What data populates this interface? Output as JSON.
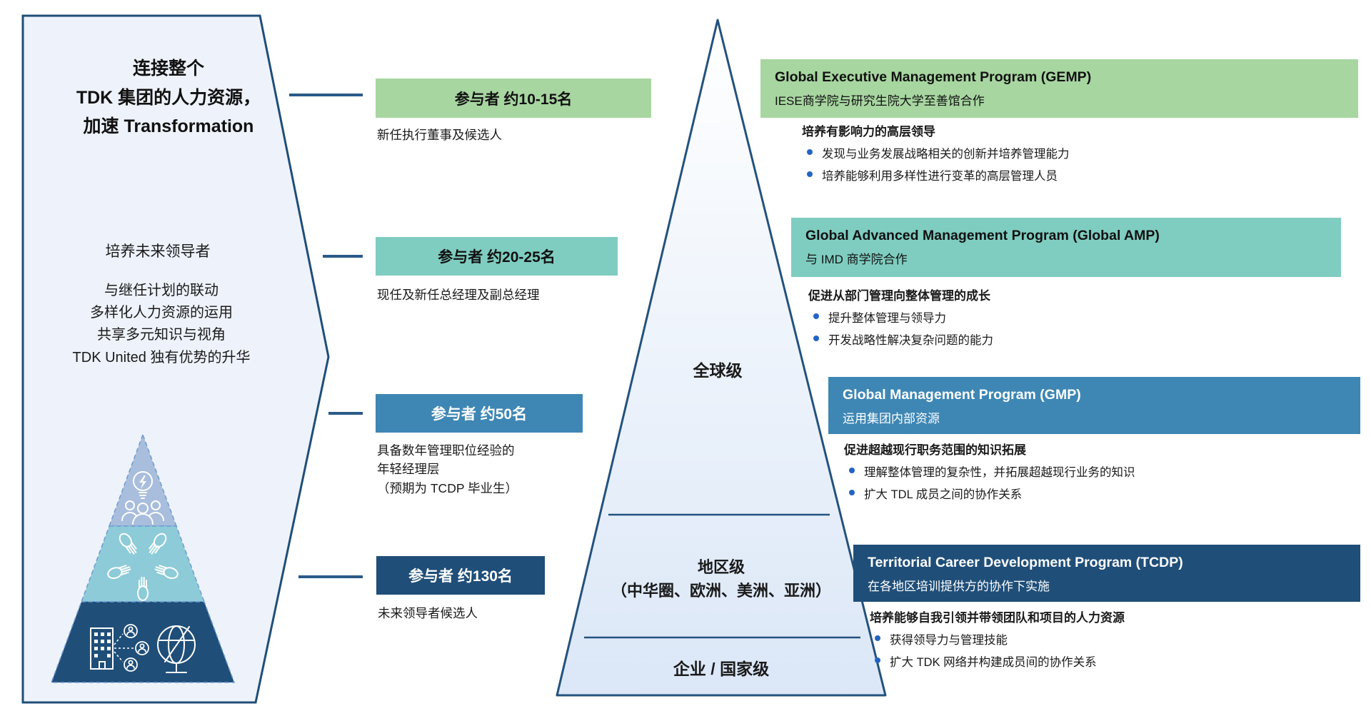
{
  "left_panel": {
    "title": "连接整个\nTDK 集团的人力资源，\n加速 Transformation",
    "subtitle": "培养未来领导者",
    "points": "与继任计划的联动\n多样化人力资源的运用\n共享多元知识与视角\nTDK United 独有优势的升华",
    "mini_pyramid_icons": [
      "lightbulb-people-icon",
      "hands-together-icon",
      "building-network-globe-icon"
    ]
  },
  "participant_boxes": [
    {
      "label": "参与者 约10-15名",
      "caption": "新任执行董事及候选人",
      "color": "#a8d6a1"
    },
    {
      "label": "参与者 约20-25名",
      "caption": "现任及新任总经理及副总经理",
      "color": "#7fcdc0"
    },
    {
      "label": "参与者 约50名",
      "caption": "具备数年管理职位经验的\n年轻经理层\n（预期为 TCDP 毕业生）",
      "color": "#3e87b5"
    },
    {
      "label": "参与者 约130名",
      "caption": "未来领导者候选人",
      "color": "#1f4e79"
    }
  ],
  "pyramid_levels": [
    {
      "label": "全球级"
    },
    {
      "label": "地区级\n（中华圈、欧洲、美洲、亚洲）"
    },
    {
      "label": "企业 / 国家级"
    }
  ],
  "programs": [
    {
      "title": "Global Executive Management Program (GEMP)",
      "subtitle": "IESE商学院与研究生院大学至善馆合作",
      "lead": "培养有影响力的高层领导",
      "bullets": [
        "发现与业务发展战略相关的创新并培养管理能力",
        "培养能够利用多样性进行变革的高层管理人员"
      ],
      "header_color": "#a8d6a1"
    },
    {
      "title": "Global Advanced Management Program (Global AMP)",
      "subtitle": "与 IMD 商学院合作",
      "lead": "促进从部门管理向整体管理的成长",
      "bullets": [
        "提升整体管理与领导力",
        "开发战略性解决复杂问题的能力"
      ],
      "header_color": "#7fcdc0"
    },
    {
      "title": "Global Management Program (GMP)",
      "subtitle": "运用集团内部资源",
      "lead": "促进超越现行职务范围的知识拓展",
      "bullets": [
        "理解整体管理的复杂性，并拓展超越现行业务的知识",
        "扩大 TDL 成员之间的协作关系"
      ],
      "header_color": "#3e87b5"
    },
    {
      "title": "Territorial Career Development Program (TCDP)",
      "subtitle": "在各地区培训提供方的协作下实施",
      "lead": "培养能够自我引领并带领团队和项目的人力资源",
      "bullets": [
        "获得领导力与管理技能",
        "扩大 TDK 网络并构建成员间的协作关系"
      ],
      "header_color": "#1f4e79"
    }
  ],
  "colors": {
    "navy": "#1f4e79",
    "blue": "#3e87b5",
    "teal": "#7fcdc0",
    "green": "#a8d6a1",
    "outline": "#24527e",
    "panel_bg": "#eef3fb",
    "pyramid_fill_bottom": "#dbe7f7",
    "mini_pyramid_top": "#a9bedd",
    "mini_pyramid_middle": "#8ecbd9",
    "bullet_dot": "#2263c3"
  }
}
